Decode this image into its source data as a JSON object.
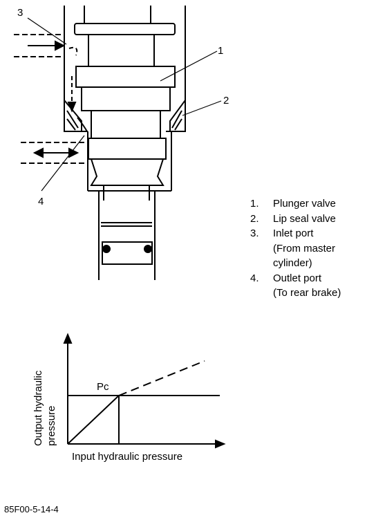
{
  "callouts": {
    "c1": "1",
    "c2": "2",
    "c3": "3",
    "c4": "4"
  },
  "legend": {
    "items": [
      {
        "num": "1.",
        "lines": [
          "Plunger valve"
        ]
      },
      {
        "num": "2.",
        "lines": [
          "Lip seal valve"
        ]
      },
      {
        "num": "3.",
        "lines": [
          "Inlet port",
          "(From master",
          "cylinder)"
        ]
      },
      {
        "num": "4.",
        "lines": [
          "Outlet port",
          "(To rear brake)"
        ]
      }
    ]
  },
  "graph": {
    "y_label_line1": "Output hydraulic",
    "y_label_line2": "pressure",
    "x_label": "Input hydraulic pressure",
    "knee_label": "Pc"
  },
  "figure_code": "85F00-5-14-4"
}
